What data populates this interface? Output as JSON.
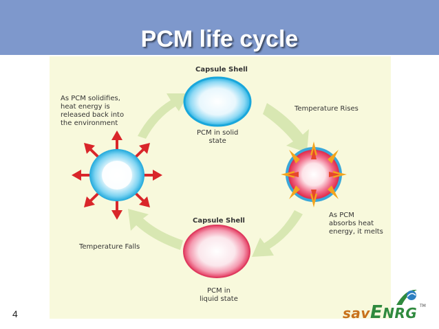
{
  "slide": {
    "title": "PCM life cycle",
    "page_number": "4"
  },
  "diagram": {
    "top_caption": "Capsule Shell",
    "top_state": "PCM in solid\nstate",
    "right_arrow_label": "Temperature Rises",
    "right_description": "As PCM\nabsorbs heat\nenergy, it melts",
    "bottom_caption": "Capsule Shell",
    "bottom_state": "PCM in\nliquid state",
    "left_arrow_label": "Temperature Falls",
    "left_description": "As PCM solidifies,\nheat energy is\nreleased back into\nthe environment"
  },
  "logo": {
    "sav": "sav",
    "e": "E",
    "rest": "NRG",
    "tm": "TM"
  },
  "colors": {
    "header": "#7e98cc",
    "panel": "#f8f9dc",
    "cycle_arrow": "#d6e6b0",
    "solid_capsule": "#3ab8e6",
    "liquid_capsule": "#e8496a",
    "ray_red": "#d92b2b",
    "ray_orange": "#f3a51e"
  }
}
